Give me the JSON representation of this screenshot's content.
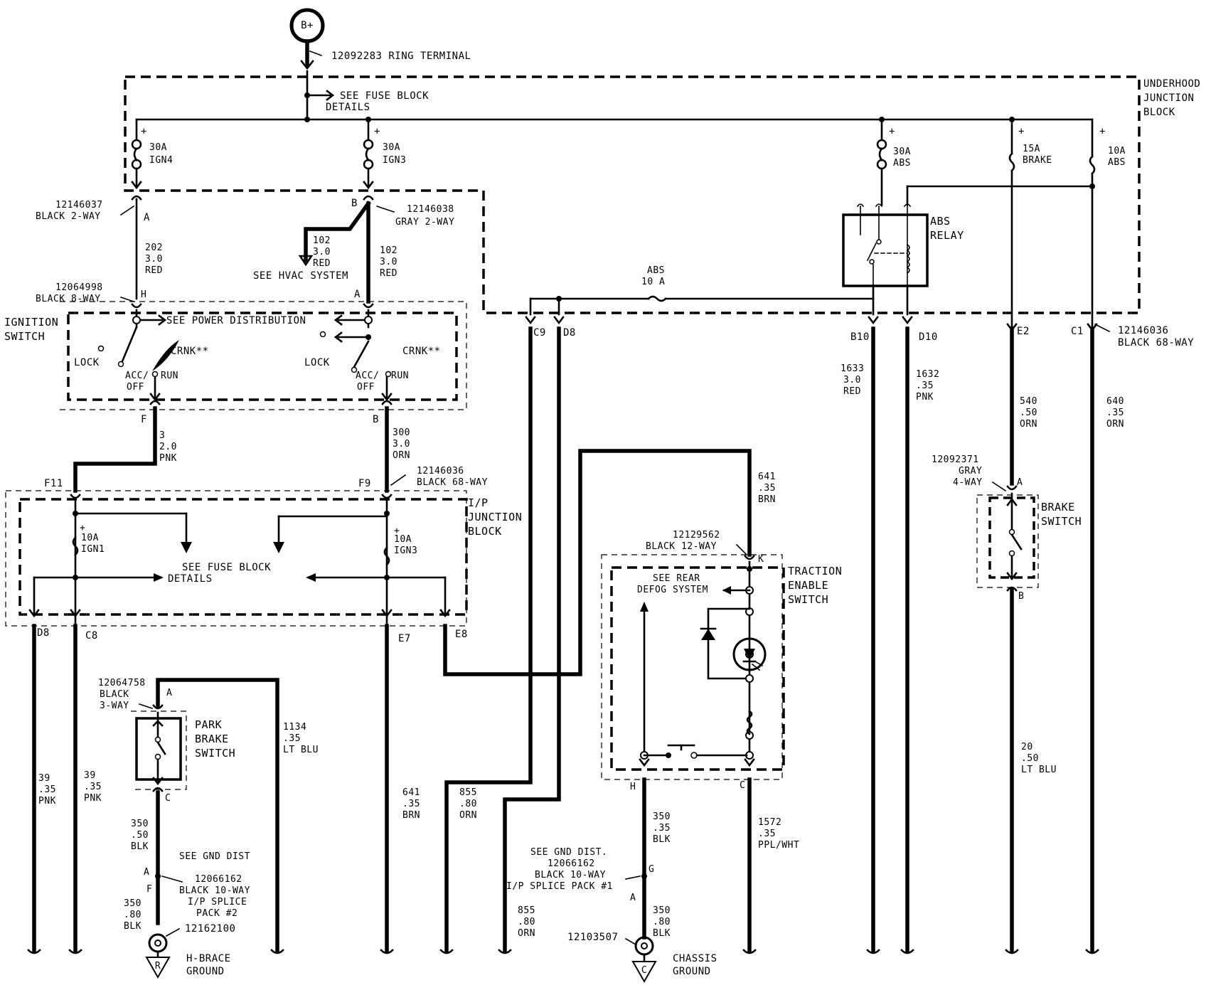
{
  "b_plus": "B+",
  "ring_terminal": "12092283 RING TERMINAL",
  "see_fuse_block_top": [
    "SEE FUSE BLOCK",
    "DETAILS"
  ],
  "underhood_block": [
    "UNDERHOOD",
    "JUNCTION",
    "BLOCK"
  ],
  "fuses_top": [
    {
      "rating": "30A",
      "name": "IGN4"
    },
    {
      "rating": "30A",
      "name": "IGN3"
    },
    {
      "rating": "30A",
      "name": "ABS"
    },
    {
      "rating": "15A",
      "name": "BRAKE"
    },
    {
      "rating": "10A",
      "name": "ABS"
    }
  ],
  "connector_left": {
    "part": "12146037",
    "desc": "BLACK 2-WAY",
    "pin": "A"
  },
  "connector_gray": {
    "part": "12146038",
    "desc": "GRAY 2-WAY",
    "pin": "B"
  },
  "wire_202": [
    "202",
    "3.0",
    "RED"
  ],
  "wire_102_hvac": [
    "102",
    "3.0",
    "RED"
  ],
  "see_hvac": "SEE HVAC SYSTEM",
  "wire_102": [
    "102",
    "3.0",
    "RED"
  ],
  "connector_ign": {
    "part": "12064998",
    "desc": "BLACK 8-WAY",
    "pin_h": "H",
    "pin_a": "A"
  },
  "abs_relay": [
    "ABS",
    "RELAY"
  ],
  "abs_fuse": [
    "ABS",
    "10 A"
  ],
  "ignition_switch": [
    "IGNITION",
    "SWITCH"
  ],
  "see_power_dist": "SEE POWER DISTRIBUTION",
  "switch_pos": {
    "lock": "LOCK",
    "crnk": "CRNK**",
    "acc": "ACC/",
    "off": "OFF",
    "run": "RUN"
  },
  "pins_under": {
    "c9": "C9",
    "d8": "D8",
    "b10": "B10",
    "d10": "D10",
    "e2": "E2",
    "c1": "C1"
  },
  "connector_68_right": {
    "part": "12146036",
    "desc": "BLACK 68-WAY"
  },
  "wire_1633": [
    "1633",
    "3.0",
    "RED"
  ],
  "wire_1632": [
    "1632",
    ".35",
    "PNK"
  ],
  "wire_540": [
    "540",
    ".50",
    "ORN"
  ],
  "wire_640": [
    "640",
    ".35",
    "ORN"
  ],
  "pins_ign_out": {
    "f": "F",
    "b": "B"
  },
  "wire_3": [
    "3",
    "2.0",
    "PNK"
  ],
  "wire_300": [
    "300",
    "3.0",
    "ORN"
  ],
  "connector_68_ip": {
    "part": "12146036",
    "desc": "BLACK 68-WAY",
    "f11": "F11",
    "f9": "F9"
  },
  "ip_block": [
    "I/P",
    "JUNCTION",
    "BLOCK"
  ],
  "fuse_ign1": {
    "rating": "10A",
    "name": "IGN1"
  },
  "fuse_ign3": {
    "rating": "10A",
    "name": "IGN3"
  },
  "see_fuse_block_ip": [
    "SEE FUSE BLOCK",
    "DETAILS"
  ],
  "pins_ip": {
    "d8": "D8",
    "c8": "C8",
    "e7": "E7",
    "e8": "E8"
  },
  "wire_641_top": [
    "641",
    ".35",
    "BRN"
  ],
  "connector_12way": {
    "part": "12129562",
    "desc": "BLACK 12-WAY",
    "pin_k": "K",
    "pin_h": "H",
    "pin_c": "C"
  },
  "traction_switch": [
    "TRACTION",
    "ENABLE",
    "SWITCH"
  ],
  "see_rear_defog": [
    "SEE REAR",
    "DEFOG SYSTEM"
  ],
  "brake_connector": {
    "part": "12092371",
    "desc1": "GRAY",
    "desc2": "4-WAY",
    "pin_a": "A",
    "pin_b": "B"
  },
  "brake_switch": [
    "BRAKE",
    "SWITCH"
  ],
  "wire_20": [
    "20",
    ".50",
    "LT BLU"
  ],
  "park_connector": {
    "part": "12064758",
    "desc1": "BLACK",
    "desc2": "3-WAY",
    "pin_a": "A",
    "pin_c": "C"
  },
  "park_brake_switch": [
    "PARK",
    "BRAKE",
    "SWITCH"
  ],
  "wire_1134": [
    "1134",
    ".35",
    "LT BLU"
  ],
  "wire_39a": [
    "39",
    ".35",
    "PNK"
  ],
  "wire_39b": [
    "39",
    ".35",
    "PNK"
  ],
  "wire_641_bot": [
    "641",
    ".35",
    "BRN"
  ],
  "wire_855_a": [
    "855",
    ".80",
    "ORN"
  ],
  "wire_350_park": [
    "350",
    ".50",
    "BLK"
  ],
  "see_gnd_dist_left": "SEE GND DIST",
  "splice_2": {
    "pin_a": "A",
    "pin_f": "F",
    "part": "12066162",
    "lines": [
      "BLACK 10-WAY",
      "I/P SPLICE",
      "PACK #2"
    ]
  },
  "wire_350_hbrace": [
    "350",
    ".80",
    "BLK"
  ],
  "ground_left": {
    "part": "12162100",
    "letter": "R",
    "name": [
      "H-BRACE",
      "GROUND"
    ]
  },
  "wire_350_traction": [
    "350",
    ".35",
    "BLK"
  ],
  "wire_1572": [
    "1572",
    ".35",
    "PPL/WHT"
  ],
  "see_gnd_dist_right": {
    "lines": [
      "SEE GND DIST.",
      "12066162",
      "BLACK 10-WAY",
      "I/P SPLICE PACK #1"
    ],
    "pin_g": "G",
    "pin_a": "A"
  },
  "wire_855_b": [
    "855",
    ".80",
    "ORN"
  ],
  "wire_350_chassis": [
    "350",
    ".80",
    "BLK"
  ],
  "ground_right": {
    "part": "12103507",
    "letter": "C",
    "name": [
      "CHASSIS",
      "GROUND"
    ]
  }
}
